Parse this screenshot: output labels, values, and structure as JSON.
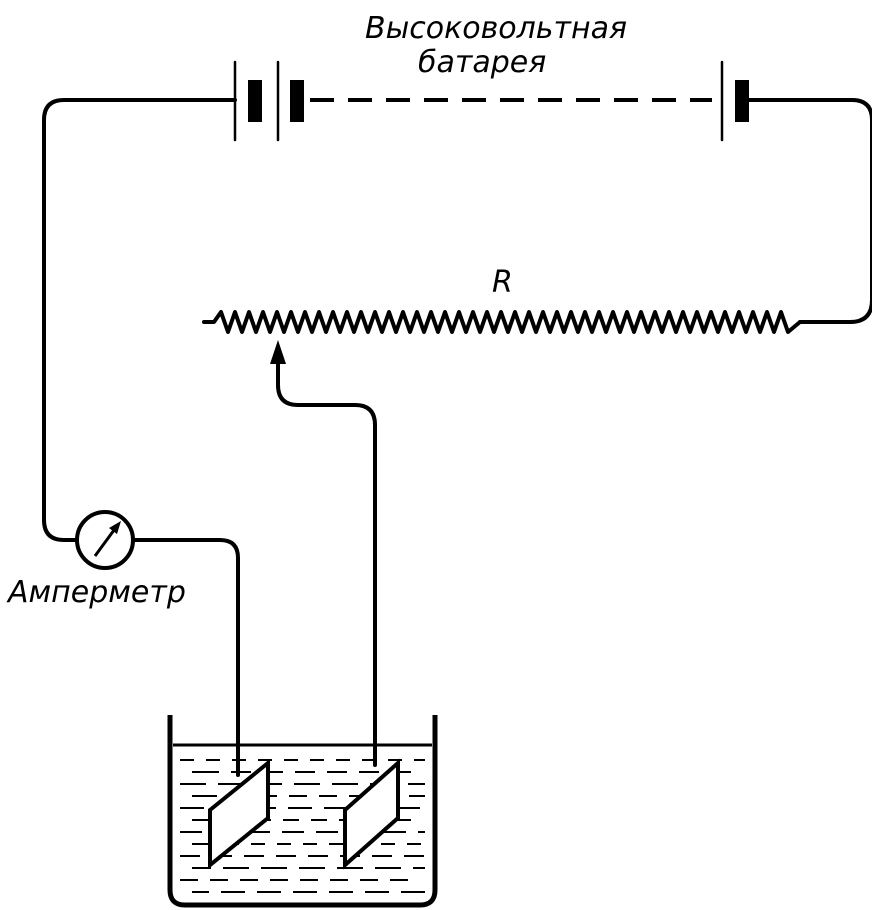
{
  "labels": {
    "battery_line1": "Высоковольтная",
    "battery_line2": "батарея",
    "resistor": "R",
    "ammeter": "Амперметр"
  },
  "colors": {
    "ink": "#000000",
    "paper": "#ffffff"
  }
}
